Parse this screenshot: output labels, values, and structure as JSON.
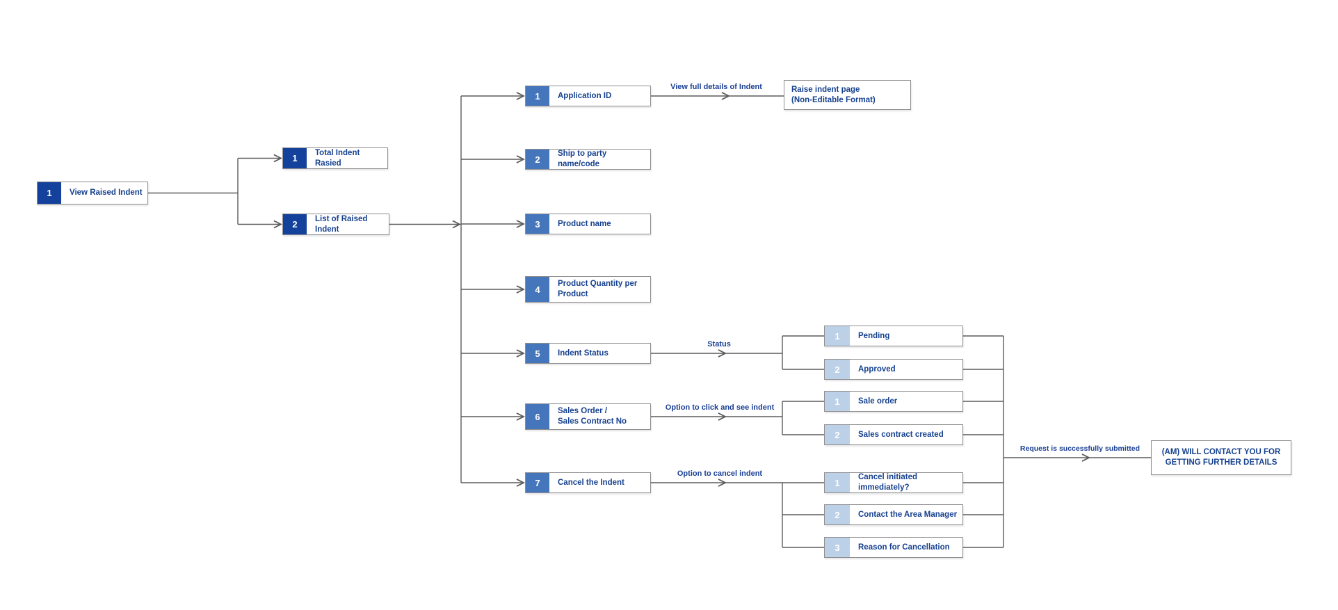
{
  "diagram": {
    "colors": {
      "badge_dark": "#14419c",
      "badge_medium": "#4576bc",
      "badge_light": "#bcd0e8",
      "box_border": "#8f8f8f",
      "text_navy": "#16418f",
      "line_gray": "#5b5b5b"
    },
    "nodes": {
      "view_raised_indent": {
        "number": "1",
        "label": "View Raised Indent"
      },
      "total_indent_rasied": {
        "number": "1",
        "label": "Total Indent Rasied"
      },
      "list_of_raised_indent": {
        "number": "2",
        "label": "List of Raised Indent"
      },
      "application_id": {
        "number": "1",
        "label": "Application ID"
      },
      "ship_to_party": {
        "number": "2",
        "label": "Ship to party name/code"
      },
      "product_name": {
        "number": "3",
        "label": "Product name"
      },
      "product_quantity": {
        "number": "4",
        "label": "Product Quantity per\nProduct"
      },
      "indent_status": {
        "number": "5",
        "label": "Indent Status"
      },
      "sales_order": {
        "number": "6",
        "label": "Sales Order /\nSales Contract No"
      },
      "cancel_the_indent": {
        "number": "7",
        "label": "Cancel the Indent"
      },
      "raise_indent_page": {
        "label": "Raise indent page\n(Non-Editable Format)"
      },
      "pending": {
        "number": "1",
        "label": "Pending"
      },
      "approved": {
        "number": "2",
        "label": "Approved"
      },
      "sale_order": {
        "number": "1",
        "label": "Sale order"
      },
      "sales_contract_created": {
        "number": "2",
        "label": "Sales contract created"
      },
      "cancel_initiated": {
        "number": "1",
        "label": "Cancel initiated immediately?"
      },
      "contact_area_manager": {
        "number": "2",
        "label": "Contact the Area Manager"
      },
      "reason_for_cancellation": {
        "number": "3",
        "label": "Reason for Cancellation"
      },
      "am_contact": {
        "label": "(AM) WILL CONTACT YOU FOR\nGETTING FURTHER DETAILS"
      }
    },
    "edge_labels": {
      "view_full_details": "View full details of Indent",
      "status": "Status",
      "option_click_see": "Option to click and see indent",
      "option_cancel": "Option to cancel indent",
      "request_submitted": "Request is successfully submitted"
    }
  }
}
